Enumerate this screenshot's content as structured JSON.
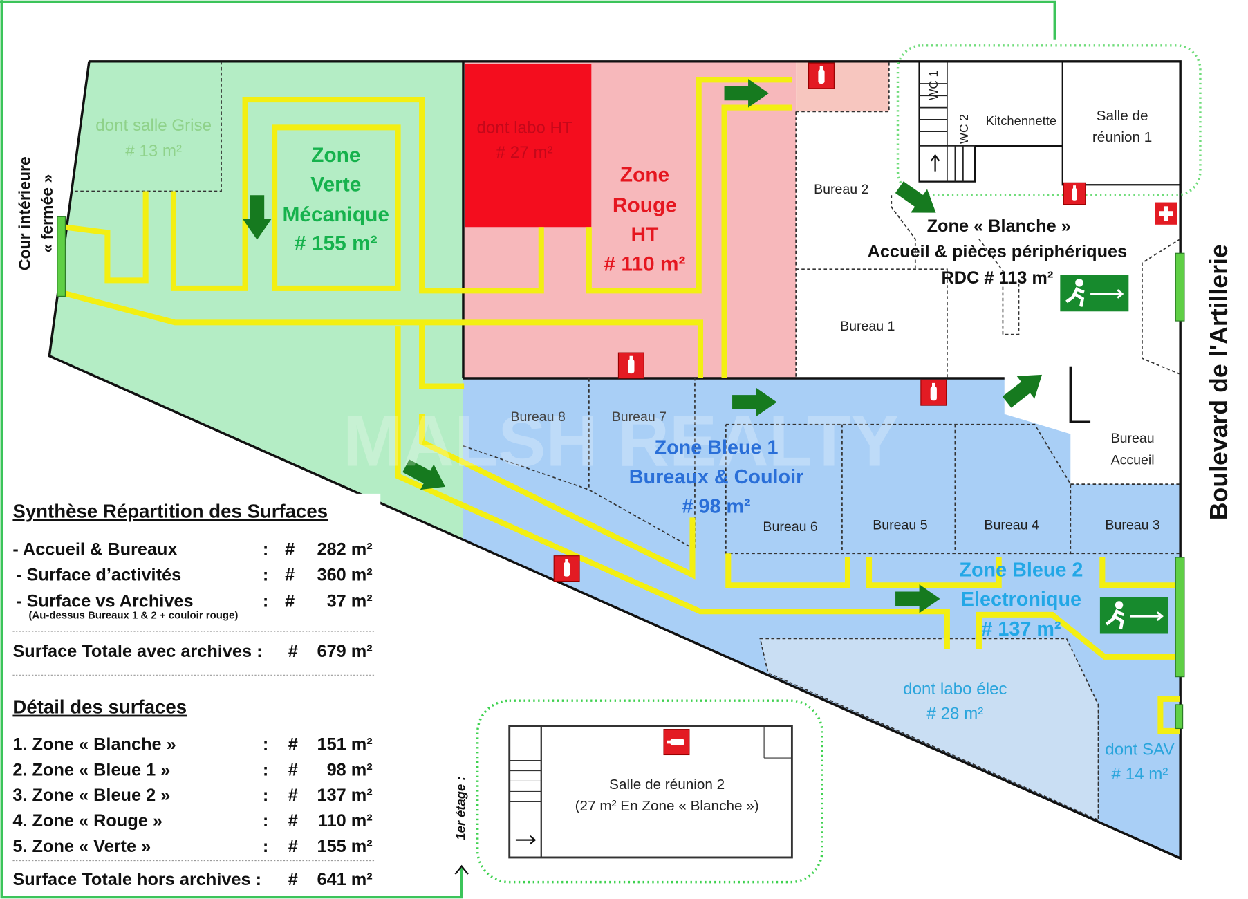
{
  "colors": {
    "green_zone": "#b4edc5",
    "red_zone": "#f7b8bb",
    "labo_ht": "#f40d1e",
    "blue_zone": "#a9cff6",
    "corridor_yellow": "#f3ef12",
    "arrow_green": "#167a1f",
    "safety_red": "#e31b23"
  },
  "outside": {
    "courtyard_line1": "Cour intérieure",
    "courtyard_line2": "« fermée »",
    "street": "Boulevard de l'Artillerie",
    "watermark": "MALSH REALTY"
  },
  "zones": {
    "verte": {
      "sub1": "dont salle Grise",
      "sub2": "# 13 m²",
      "l1": "Zone",
      "l2": "Verte",
      "l3": "Mécanique",
      "l4": "# 155 m²"
    },
    "rouge": {
      "sub1": "dont labo HT",
      "sub2": "# 27 m²",
      "l1": "Zone",
      "l2": "Rouge",
      "l3": "HT",
      "l4": "# 110 m²"
    },
    "blanche": {
      "l1": "Zone « Blanche »",
      "l2": "Accueil & pièces périphériques",
      "l3": "RDC # 113 m²"
    },
    "bleue1": {
      "l1": "Zone Bleue 1",
      "l2": "Bureaux & Couloir",
      "l3": "# 98 m²"
    },
    "bleue2": {
      "l1": "Zone Bleue 2",
      "l2": "Electronique",
      "l3": "# 137 m²",
      "sub1": "dont labo élec",
      "sub2": "# 28 m²",
      "sav1": "dont SAV",
      "sav2": "# 14 m²"
    }
  },
  "rooms": {
    "wc1": "WC 1",
    "wc2": "WC 2",
    "kitchen": "Kitchennette",
    "meeting1_l1": "Salle de",
    "meeting1_l2": "réunion 1",
    "bureau1": "Bureau 1",
    "bureau2": "Bureau 2",
    "bureau3": "Bureau 3",
    "bureau4": "Bureau 4",
    "bureau5": "Bureau 5",
    "bureau6": "Bureau 6",
    "bureau7": "Bureau 7",
    "bureau8": "Bureau 8",
    "accueil_l1": "Bureau",
    "accueil_l2": "Accueil"
  },
  "first_floor": {
    "label": "1er étage :",
    "room_l1": "Salle de réunion 2",
    "room_l2": "(27 m² En Zone « Blanche »)"
  },
  "legend": {
    "synthese_title": "Synthèse Répartition des Surfaces",
    "synthese_rows": [
      {
        "label": "- Accueil & Bureaux",
        "sep": ":",
        "hash": "#",
        "value": "282 m²"
      },
      {
        "label": "- Surface d’activités",
        "sep": ":",
        "hash": "#",
        "value": "360 m²"
      },
      {
        "label": "- Surface vs Archives",
        "sep": ":",
        "hash": "#",
        "value": "37 m²"
      }
    ],
    "archives_note": "(Au-dessus Bureaux 1 & 2 + couloir rouge)",
    "total_with": {
      "label": "Surface Totale avec archives :",
      "hash": "#",
      "value": "679 m²"
    },
    "detail_title": "Détail des surfaces",
    "detail_rows": [
      {
        "label": "1. Zone « Blanche »",
        "sep": ":",
        "hash": "#",
        "value": "151 m²"
      },
      {
        "label": "2. Zone « Bleue 1 »",
        "sep": ":",
        "hash": "#",
        "value": "98 m²"
      },
      {
        "label": "3. Zone « Bleue 2 »",
        "sep": ":",
        "hash": "#",
        "value": "137 m²"
      },
      {
        "label": "4. Zone « Rouge »",
        "sep": ":",
        "hash": "#",
        "value": "110 m²"
      },
      {
        "label": "5. Zone « Verte »",
        "sep": ":",
        "hash": "#",
        "value": "155 m²"
      }
    ],
    "total_without": {
      "label": "Surface Totale hors archives :",
      "hash": "#",
      "value": "641 m²"
    }
  }
}
